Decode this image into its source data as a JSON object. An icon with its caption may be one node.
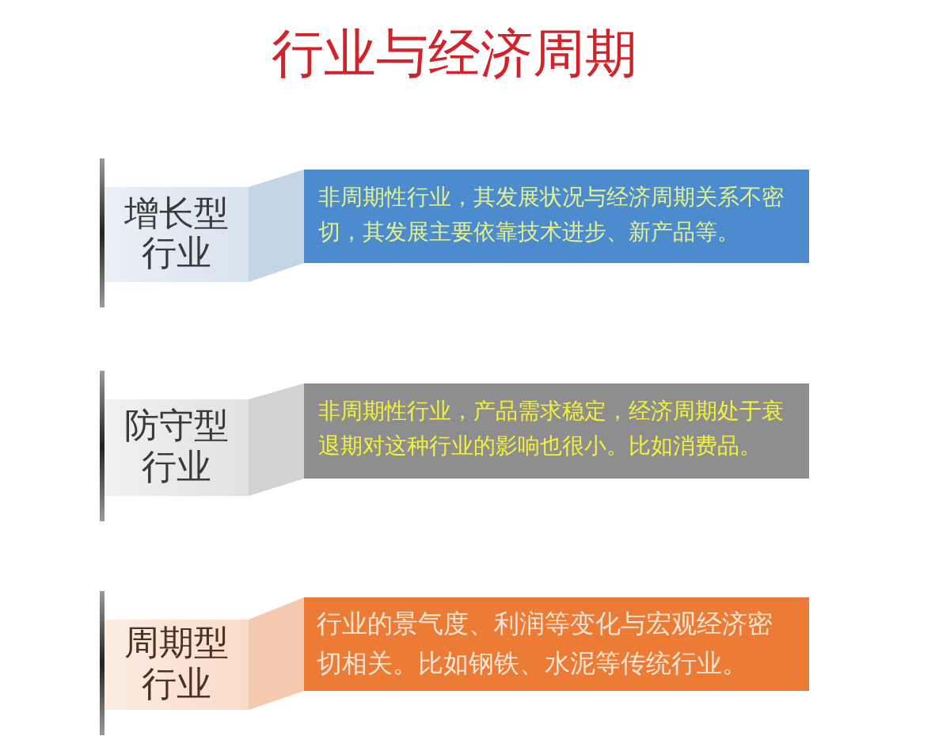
{
  "diagram": {
    "title": "行业与经济周期",
    "nodes": [
      {
        "text": [
          "增长型行业"
        ]
      },
      {
        "text": [
          "非周期性行业，其发展状况与经济周期关系不密切，其发展主要依靠技术进步、新产品等。"
        ]
      },
      {
        "text": [
          "防守型行业"
        ]
      },
      {
        "text": [
          "非周期性行业，产品需求稳定，经济周期处于衰退期对这种行业的影响也很小。比如消费品。"
        ]
      },
      {
        "text": [
          "周期型行业"
        ]
      },
      {
        "text": [
          "行业的景气度、利润等变化与宏观经济密切相关。比如钢铁、水泥等传统行业。"
        ]
      }
    ],
    "edges": [
      {
        "from": 0,
        "to": 1,
        "arrow": "none"
      },
      {
        "from": 2,
        "to": 3,
        "arrow": "none"
      },
      {
        "from": 4,
        "to": 5,
        "arrow": "none"
      }
    ]
  }
}
